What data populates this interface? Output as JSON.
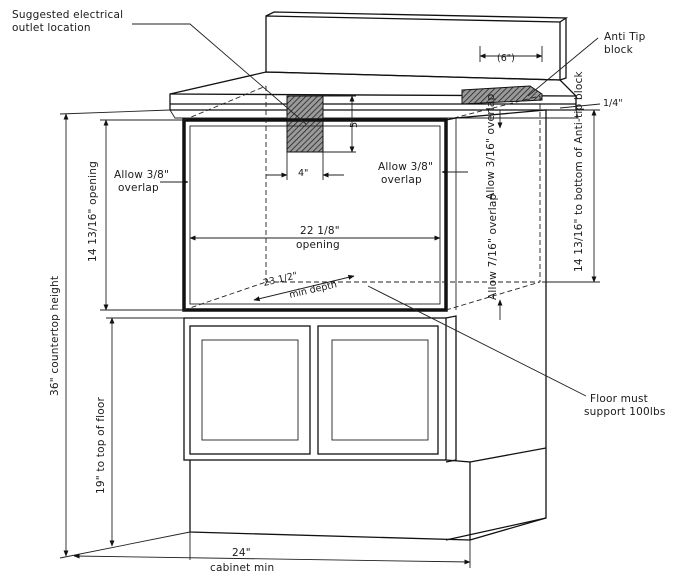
{
  "labels": {
    "outlet_line1": "Suggested electrical",
    "outlet_line2": "outlet location",
    "anti_tip_line1": "Anti Tip",
    "anti_tip_line2": "block",
    "anti_tip_width": "(6\")",
    "quarter_top": "1/4\"",
    "outlet_height": "5\"",
    "outlet_width": "4\"",
    "allow_left_line1": "Allow 3/8\"",
    "allow_left_line2": "overlap",
    "allow_right_line1": "Allow 3/8\"",
    "allow_right_line2": "overlap",
    "allow_top_side": "Allow 3/16\" overlap",
    "opening_height": "14 13/16\" opening",
    "opening_width_value": "22 1/8\"",
    "opening_width_label": "opening",
    "depth_value": "23 1/2\"",
    "depth_label": "min depth",
    "allow_bottom_side": "Allow 7/16\" overlap",
    "to_antitip": "14 13/16\" to bottom of Anti-tip block",
    "countertop": "36\" countertop height",
    "floor": "19\" to top of floor",
    "width_value": "24\"",
    "width_label": "cabinet min",
    "floor_support_line1": "Floor must",
    "floor_support_line2": "support 100lbs"
  }
}
